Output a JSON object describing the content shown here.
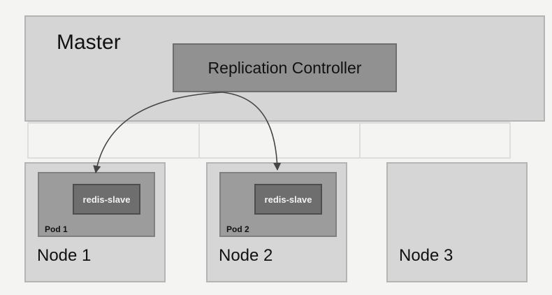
{
  "master": {
    "label": "Master"
  },
  "controller": {
    "label": "Replication Controller"
  },
  "nodes": [
    {
      "label": "Node 1",
      "pod": {
        "label": "Pod 1",
        "container": "redis-slave"
      }
    },
    {
      "label": "Node 2",
      "pod": {
        "label": "Pod 2",
        "container": "redis-slave"
      }
    },
    {
      "label": "Node 3"
    }
  ],
  "colors": {
    "master_fill": "#d5d5d5",
    "controller_fill": "#919191",
    "pod_fill": "#9c9c9c",
    "container_fill": "#6e6e6e",
    "arrow": "#444444"
  }
}
